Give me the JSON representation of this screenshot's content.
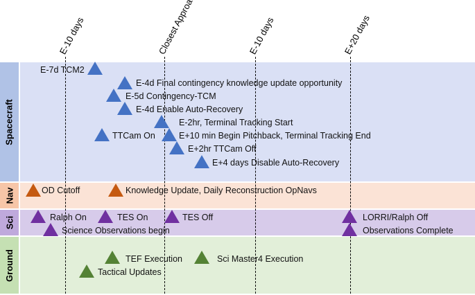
{
  "columns": [
    {
      "label": "E-10 days"
    },
    {
      "label": "Closest Approach"
    },
    {
      "label": "E-10 days"
    },
    {
      "label": "E+20 days"
    }
  ],
  "bands": {
    "spacecraft": {
      "label": "Spacecraft",
      "color": "#dae0f5",
      "label_color": "#b0c2e6"
    },
    "nav": {
      "label": "Nav",
      "color": "#fbe3d6",
      "label_color": "#f7c6a8"
    },
    "sci": {
      "label": "Sci",
      "color": "#d7cbea",
      "label_color": "#bfa9dc"
    },
    "ground": {
      "label": "Ground",
      "color": "#e2efd9",
      "label_color": "#c5e0b3"
    }
  },
  "marker_colors": {
    "spacecraft": "#4472c4",
    "nav": "#c55a11",
    "sci": "#7030a0",
    "ground": "#548235"
  },
  "events": {
    "e_7d_tcm2": "E-7d TCM2",
    "e_4d_final": "E-4d Final contingency knowledge update opportunity",
    "e_5d_contingency": "E-5d Contingency-TCM",
    "e_4d_enable": "E-4d Enable Auto-Recovery",
    "e_2hr_terminal": "E-2hr, Terminal Tracking Start",
    "ttcam_on": "TTCam On",
    "e_10min_pitchback": "E+10 min Begin Pitchback, Terminal Tracking End",
    "e_2hr_ttcam_off": "E+2hr TTCam Off",
    "e_4days_disable": "E+4 days Disable Auto-Recovery",
    "od_cutoff": "OD Cutoff",
    "knowledge_update": "Knowledge Update, Daily Reconstruction OpNavs",
    "ralph_on": "Ralph On",
    "tes_on": "TES On",
    "tes_off": "TES Off",
    "lorri_ralph_off": "LORRI/Ralph Off",
    "science_begin": "Science Observations begin",
    "observations_complete": "Observations Complete",
    "tef_execution": "TEF Execution",
    "sci_master4": "Sci Master4 Execution",
    "tactical_updates": "Tactical Updates"
  }
}
